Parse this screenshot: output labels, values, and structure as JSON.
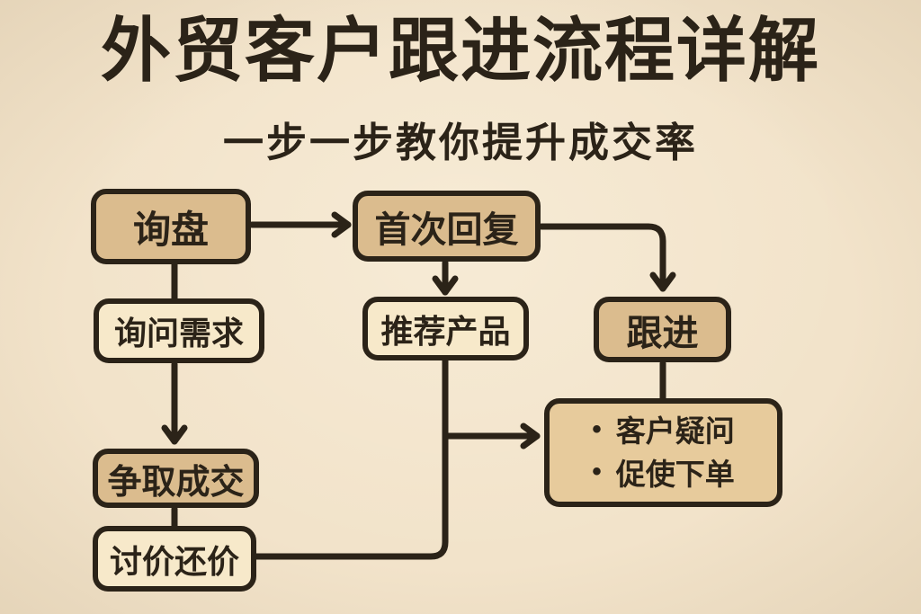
{
  "header": {
    "title": "外贸客户跟进流程详解",
    "subtitle": "一步一步教你提升成交率"
  },
  "flowchart": {
    "nodes": {
      "inquiry": {
        "label": "询盘"
      },
      "first_reply": {
        "label": "首次回复"
      },
      "ask_needs": {
        "label": "询问需求"
      },
      "recommend": {
        "label": "推荐产品"
      },
      "follow_up": {
        "label": "跟进"
      },
      "close_deal": {
        "label": "争取成交"
      },
      "bargain": {
        "label": "讨价还价"
      },
      "notes": {
        "bullet": "•",
        "items": [
          "客户疑问",
          "促使下单"
        ]
      }
    },
    "edges": [
      "inquiry → first_reply (arrow right)",
      "inquiry → ask_needs (line down)",
      "first_reply → recommend (arrow down)",
      "first_reply → follow_up (elbow arrow down)",
      "ask_needs → close_deal (arrow down)",
      "close_deal → bargain (line down)",
      "recommend + bargain → notes (merged arrow right)",
      "follow_up → notes (line down)"
    ],
    "colors": {
      "bg": "#f2e3ca",
      "ink": "#2b2318",
      "tan": "#dbbc8e",
      "cream": "#f7e9ca",
      "mid": "#e7cb9c"
    }
  }
}
